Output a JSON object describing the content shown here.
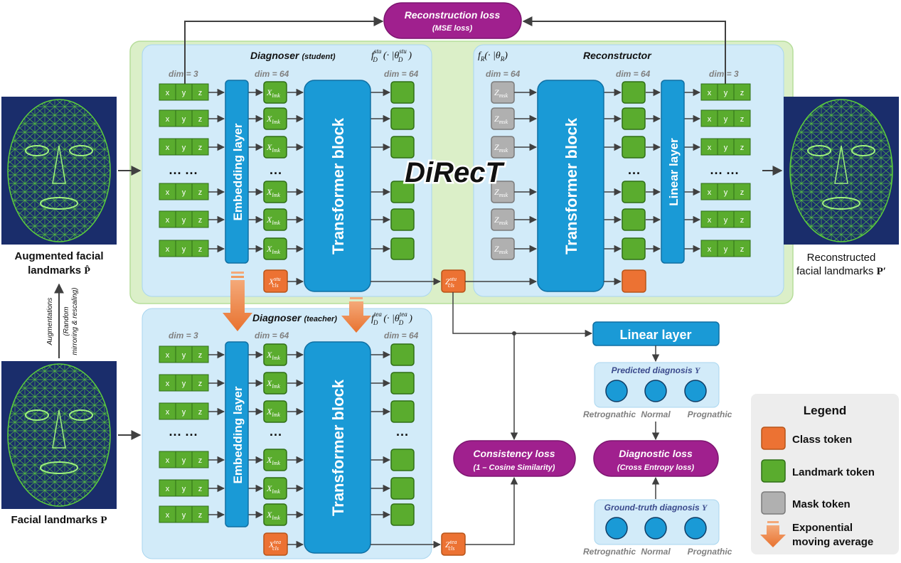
{
  "title": "DiRecT",
  "losses": {
    "reconstruction": {
      "title": "Reconstruction loss",
      "sub": "(MSE loss)"
    },
    "consistency": {
      "title": "Consistency loss",
      "sub": "(1 – Cosine Similarity)"
    },
    "diagnostic": {
      "title": "Diagnostic loss",
      "sub": "(Cross Entropy loss)"
    }
  },
  "student": {
    "title": "Diagnoser",
    "role": "(student)",
    "func_f": "f",
    "func_sup": "stu",
    "func_sub": "D",
    "func_tail": "(· |θ",
    "func_tail_sup": "stu",
    "func_tail_sub": "D",
    "func_close": ")"
  },
  "teacher": {
    "title": "Diagnoser",
    "role": "(teacher)",
    "func_f": "f",
    "func_sup": "tea",
    "func_sub": "D",
    "func_tail": "(· |θ",
    "func_tail_sup": "tea",
    "func_tail_sub": "D",
    "func_close": ")"
  },
  "reconstructor": {
    "title": "Reconstructor",
    "func_f": "f",
    "func_sub": "R",
    "func_tail": "(· |θ",
    "func_tail_sub": "R",
    "func_close": ")"
  },
  "dims": {
    "d3": "dim = 3",
    "d64": "dim = 64"
  },
  "token": {
    "x": "x",
    "y": "y",
    "z": "z",
    "lmk_main": "X",
    "lmk_sub": "lmk",
    "msk_main": "Z",
    "msk_sub": "msk",
    "cls_main": "X",
    "cls_sub": "cls",
    "z_main": "Z",
    "z_sub": "cls",
    "stu": "stu",
    "tea": "tea"
  },
  "blocks": {
    "embedding": "Embedding layer",
    "transformer": "Transformer block",
    "linear": "Linear layer"
  },
  "ellipsis": {
    "pair": "··· ···",
    "single": "···"
  },
  "labels": {
    "augmented_1": "Augmented facial",
    "augmented_2": "landmarks",
    "augmented_sym": "P̂",
    "reconstructed_1": "Reconstructed",
    "reconstructed_2": "facial landmarks",
    "reconstructed_sym": "P′",
    "facial": "Facial landmarks",
    "facial_sym": "P",
    "aug_a": "Augmentations",
    "aug_b": "(Random",
    "aug_c": "mirroring & rescaling)"
  },
  "head": {
    "linear": "Linear layer",
    "predicted": "Predicted diagnosis",
    "predicted_sym": "Y",
    "ground": "Ground-truth diagnosis",
    "ground_sym": "Y"
  },
  "classes": [
    "Retrognathic",
    "Normal",
    "Prognathic"
  ],
  "legend": {
    "title": "Legend",
    "cls": "Class token",
    "lmk": "Landmark token",
    "msk": "Mask token",
    "ema1": "Exponential",
    "ema2": "moving average"
  },
  "colors": {
    "green_token": "#5aac2e",
    "orange_token": "#ec7233",
    "gray_token": "#b0b0b0",
    "blue_block": "#1a9ad6",
    "panel_blue": "#d4ecf8",
    "panel_green": "#dbefc8",
    "loss_purple": "#a0208e",
    "circle_blue": "#1a9ad6",
    "face_bg": "#1a2d6b",
    "face_mesh": "#59c23d"
  }
}
